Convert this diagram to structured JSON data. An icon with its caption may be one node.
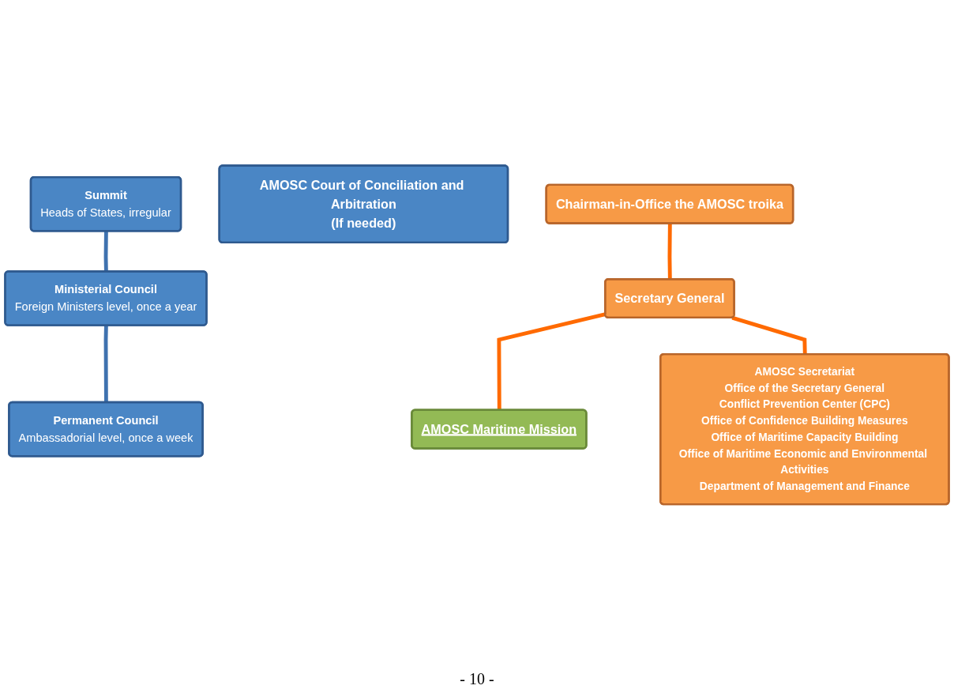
{
  "diagram": {
    "nodes": [
      {
        "text": [
          "Summit",
          "Heads of States, irregular"
        ]
      },
      {
        "text": [
          "Ministerial Council",
          "Foreign Ministers level, once a year"
        ]
      },
      {
        "text": [
          "Permanent Council",
          "Ambassadorial level, once a week"
        ]
      },
      {
        "text": [
          "AMOSC Court of Conciliation and Arbitration",
          "(If needed)"
        ]
      },
      {
        "text": [
          "Chairman-in-Office the AMOSC troika"
        ]
      },
      {
        "text": [
          "Secretary General"
        ]
      },
      {
        "text": [
          "AMOSC Maritime Mission"
        ]
      },
      {
        "text": [
          "AMOSC Secretariat",
          "Office of the Secretary General",
          "Conflict Prevention Center (CPC)",
          "Office of Confidence Building Measures",
          "Office of Maritime Capacity Building",
          "Office of Maritime Economic and Environmental Activities",
          "Department of Management and Finance"
        ]
      }
    ],
    "edges": [
      {
        "from": 0,
        "to": 1,
        "arrow": "none",
        "color": "#3f72af"
      },
      {
        "from": 1,
        "to": 2,
        "arrow": "none",
        "color": "#3f72af"
      },
      {
        "from": 4,
        "to": 5,
        "arrow": "none"
      },
      {
        "from": 5,
        "to": 6,
        "arrow": "none"
      },
      {
        "from": 5,
        "to": 7,
        "arrow": "none"
      }
    ],
    "labels": [
      "- 10 -"
    ]
  }
}
